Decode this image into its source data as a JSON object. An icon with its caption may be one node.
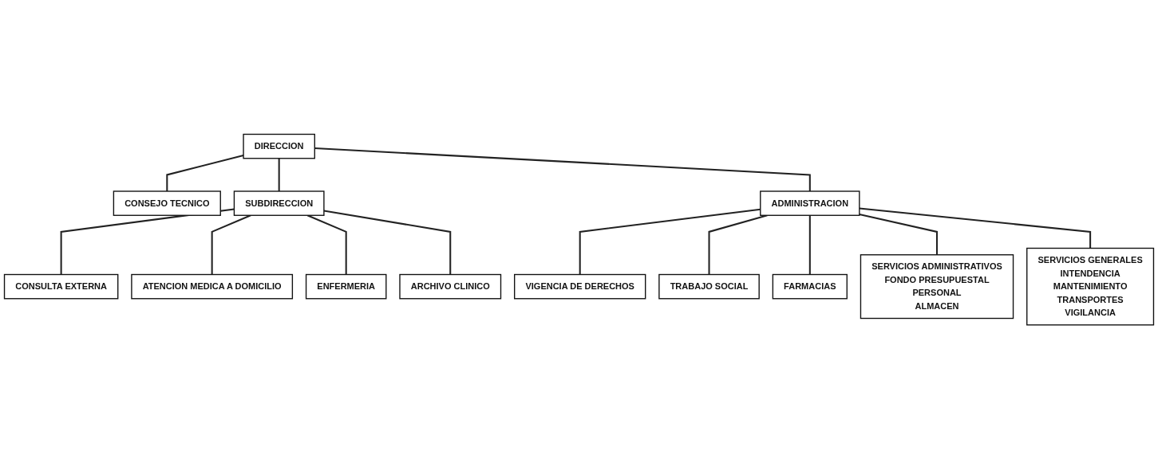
{
  "diagram": {
    "nodes": [
      {
        "text": [
          "DIRECCION"
        ]
      },
      {
        "text": [
          "CONSEJO TECNICO"
        ]
      },
      {
        "text": [
          "SUBDIRECCION"
        ]
      },
      {
        "text": [
          "ADMINISTRACION"
        ]
      },
      {
        "text": [
          "CONSULTA EXTERNA"
        ]
      },
      {
        "text": [
          "ATENCION MEDICA A DOMICILIO"
        ]
      },
      {
        "text": [
          "ENFERMERIA"
        ]
      },
      {
        "text": [
          "ARCHIVO CLINICO"
        ]
      },
      {
        "text": [
          "VIGENCIA DE DERECHOS"
        ]
      },
      {
        "text": [
          "TRABAJO SOCIAL"
        ]
      },
      {
        "text": [
          "FARMACIAS"
        ]
      },
      {
        "text": [
          "SERVICIOS ADMINISTRATIVOS",
          "FONDO PRESUPUESTAL",
          "PERSONAL",
          "ALMACEN"
        ]
      },
      {
        "text": [
          "SERVICIOS GENERALES",
          "INTENDENCIA",
          "MANTENIMIENTO",
          "TRANSPORTES",
          "VIGILANCIA"
        ]
      }
    ],
    "edges": [
      {
        "from": 0,
        "to": 1,
        "arrow": "none"
      },
      {
        "from": 0,
        "to": 2,
        "arrow": "none"
      },
      {
        "from": 0,
        "to": 3,
        "arrow": "none"
      },
      {
        "from": 2,
        "to": 4,
        "arrow": "none"
      },
      {
        "from": 2,
        "to": 5,
        "arrow": "none"
      },
      {
        "from": 2,
        "to": 6,
        "arrow": "none"
      },
      {
        "from": 2,
        "to": 7,
        "arrow": "none"
      },
      {
        "from": 3,
        "to": 8,
        "arrow": "none"
      },
      {
        "from": 3,
        "to": 9,
        "arrow": "none"
      },
      {
        "from": 3,
        "to": 10,
        "arrow": "none"
      },
      {
        "from": 3,
        "to": 11,
        "arrow": "none"
      },
      {
        "from": 3,
        "to": 12,
        "arrow": "none"
      }
    ]
  }
}
